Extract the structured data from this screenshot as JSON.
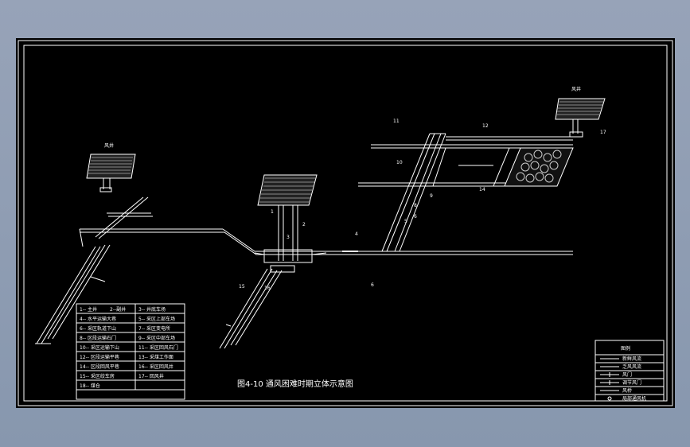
{
  "drawing": {
    "title": "图4-10 通风困难时期立体示意图",
    "fan_left_label": "风井",
    "fan_right_label": "风井",
    "center_label": "6"
  },
  "callouts": [
    "1",
    "2",
    "3",
    "4",
    "5",
    "6",
    "8",
    "9",
    "10",
    "11",
    "12",
    "14",
    "15",
    "16",
    "17"
  ],
  "legend_table": {
    "rows": [
      [
        "1-- 主井",
        "2--副井",
        "3-- 井底车场"
      ],
      [
        "4-- 水平运输大巷",
        "5-- 采区上部车场",
        ""
      ],
      [
        "6-- 采区轨道下山",
        "7-- 采区变电所",
        ""
      ],
      [
        "8-- 区段运输石门",
        "9-- 采区中部车场",
        ""
      ],
      [
        "10-- 采区运输下山",
        "11-- 采区回风石门",
        ""
      ],
      [
        "12-- 区段运输平巷",
        "13-- 采煤工作面",
        ""
      ],
      [
        "14-- 区段回风平巷",
        "16-- 采区回风井",
        ""
      ],
      [
        "15-- 采区绞车房",
        "17-- 回风井",
        ""
      ],
      [
        "18-- 煤仓",
        "",
        ""
      ]
    ]
  },
  "legend_box": {
    "title": "图例",
    "items": [
      "新鲜风流",
      "乏风风流",
      "风门",
      "调节风门",
      "风桥",
      "局部通风机"
    ]
  },
  "colors": {
    "line": "#ffffff",
    "background": "#000000",
    "frame_bg": "#8f9bb0"
  }
}
